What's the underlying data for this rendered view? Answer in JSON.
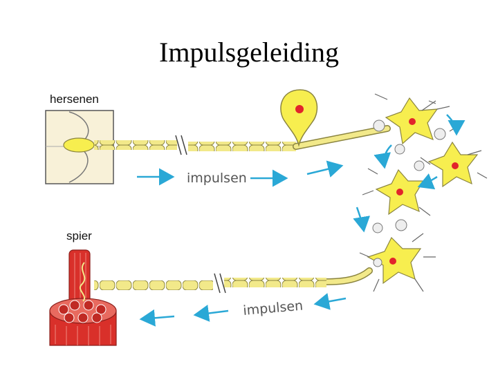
{
  "title": "Impulsgeleiding",
  "labels": {
    "brain": "hersenen",
    "muscle": "spier",
    "impulses_top": "impulsen",
    "impulses_bottom": "impulsen"
  },
  "colors": {
    "axon": "#f2e98a",
    "neuron": "#f7ee4f",
    "nucleus": "#e2242b",
    "arrow": "#2aa8d6",
    "muscle": "#d9302a"
  }
}
